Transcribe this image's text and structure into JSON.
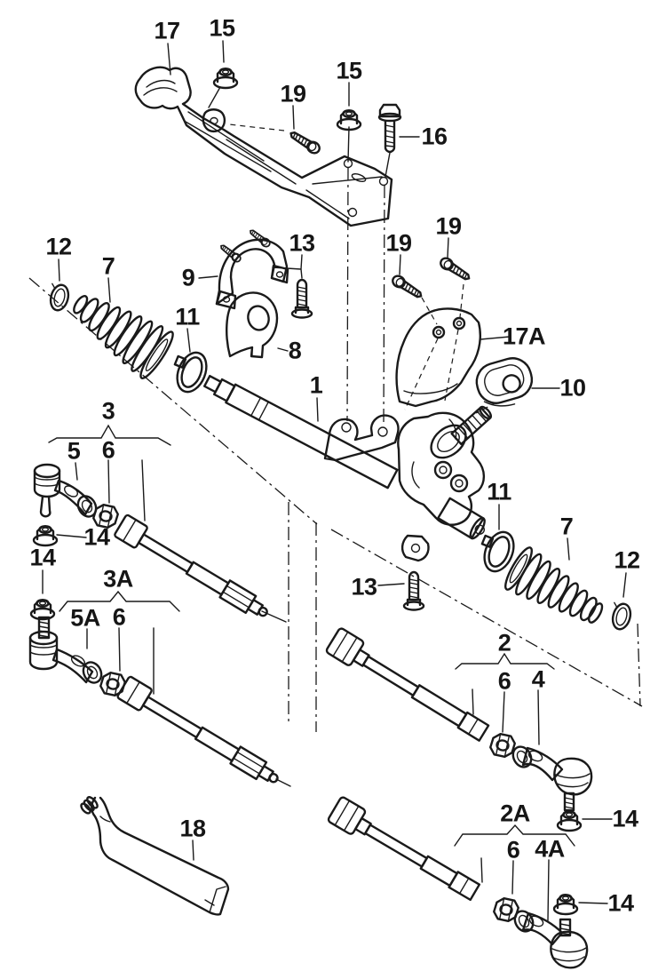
{
  "colors": {
    "ink": "#1a1a1a",
    "background": "#ffffff"
  },
  "callouts": [
    {
      "label": "17"
    },
    {
      "label": "15"
    },
    {
      "label": "19"
    },
    {
      "label": "15"
    },
    {
      "label": "16"
    },
    {
      "label": "19"
    },
    {
      "label": "19"
    },
    {
      "label": "12"
    },
    {
      "label": "7"
    },
    {
      "label": "9"
    },
    {
      "label": "13"
    },
    {
      "label": "11"
    },
    {
      "label": "8"
    },
    {
      "label": "17A"
    },
    {
      "label": "10"
    },
    {
      "label": "1"
    },
    {
      "label": "3"
    },
    {
      "label": "5"
    },
    {
      "label": "6"
    },
    {
      "label": "14"
    },
    {
      "label": "14"
    },
    {
      "label": "3A"
    },
    {
      "label": "5A"
    },
    {
      "label": "6"
    },
    {
      "label": "11"
    },
    {
      "label": "7"
    },
    {
      "label": "12"
    },
    {
      "label": "13"
    },
    {
      "label": "2"
    },
    {
      "label": "6"
    },
    {
      "label": "4"
    },
    {
      "label": "2A"
    },
    {
      "label": "14"
    },
    {
      "label": "6"
    },
    {
      "label": "4A"
    },
    {
      "label": "14"
    },
    {
      "label": "18"
    }
  ]
}
